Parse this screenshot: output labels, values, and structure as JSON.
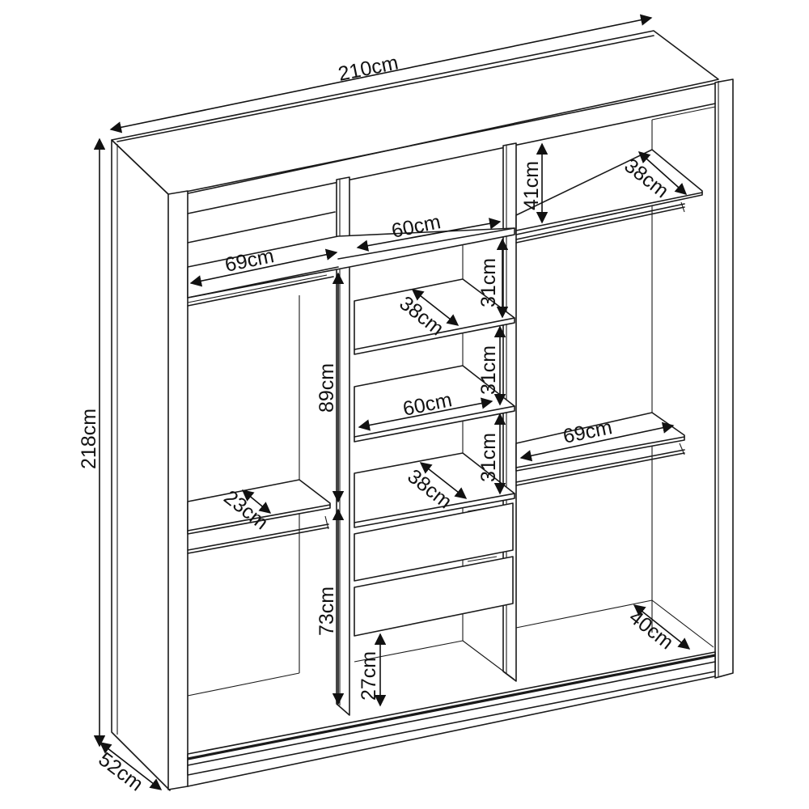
{
  "diagram": {
    "subject": "Sliding-door wardrobe interior layout with dimensions",
    "units": "cm",
    "overall": {
      "width": "210cm",
      "height": "218cm",
      "depth": "52cm"
    },
    "left_section": {
      "top_shelf_width": "69cm",
      "upper_hanging_height": "89cm",
      "middle_shelf_depth": "23cm",
      "lower_hanging_height": "73cm"
    },
    "center_section": {
      "top_shelf_width": "60cm",
      "shelf_gap_1": "31cm",
      "shelf_depth_1": "38cm",
      "shelf_gap_2": "31cm",
      "shelf_width": "60cm",
      "shelf_gap_3": "31cm",
      "shelf_depth_2": "38cm",
      "bottom_clearance": "27cm"
    },
    "right_section": {
      "top_compartment_height": "41cm",
      "top_shelf_depth": "38cm",
      "middle_shelf_width": "69cm",
      "floor_depth": "40cm"
    }
  }
}
